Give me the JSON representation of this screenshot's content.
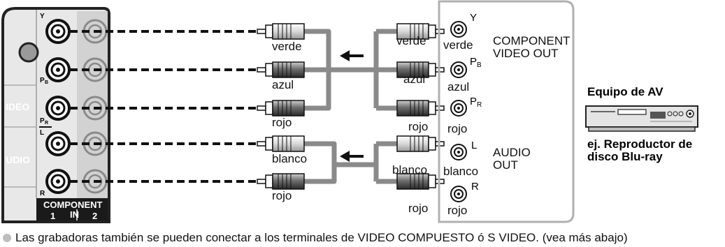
{
  "tv_panel": {
    "labels": {
      "video": "IDEO",
      "audio": "UDIO",
      "component": "COMPONENT",
      "in_1": "1",
      "in_word": "IN",
      "in_2": "2",
      "y": "Y",
      "pb": "P",
      "pb_sub": "B",
      "pr": "P",
      "pr_sub": "R",
      "l": "L",
      "r": "R"
    }
  },
  "cable_labels": {
    "left": [
      "verde",
      "azul",
      "rojo",
      "blanco",
      "rojo"
    ],
    "right": [
      "verde",
      "azul",
      "rojo",
      "blanco",
      "rojo"
    ]
  },
  "av_device": {
    "jack_names": [
      "verde",
      "azul",
      "rojo",
      "blanco",
      "rojo"
    ],
    "jack_marks": {
      "y": "Y",
      "pb": "P",
      "pb_sub": "B",
      "pr": "P",
      "pr_sub": "R",
      "l": "L",
      "r": "R"
    },
    "component_out_line1": "COMPONENT",
    "component_out_line2": "VIDEO OUT",
    "audio_out_line1": "AUDIO",
    "audio_out_line2": "OUT"
  },
  "equipment": {
    "title": "Equipo de AV",
    "example_line1": "ej. Reproductor de",
    "example_line2": "disco Blu-ray"
  },
  "footnote": "Las grabadoras también se pueden conectar a los terminales de VIDEO COMPUESTO ó S VIDEO. (vea más abajo)"
}
